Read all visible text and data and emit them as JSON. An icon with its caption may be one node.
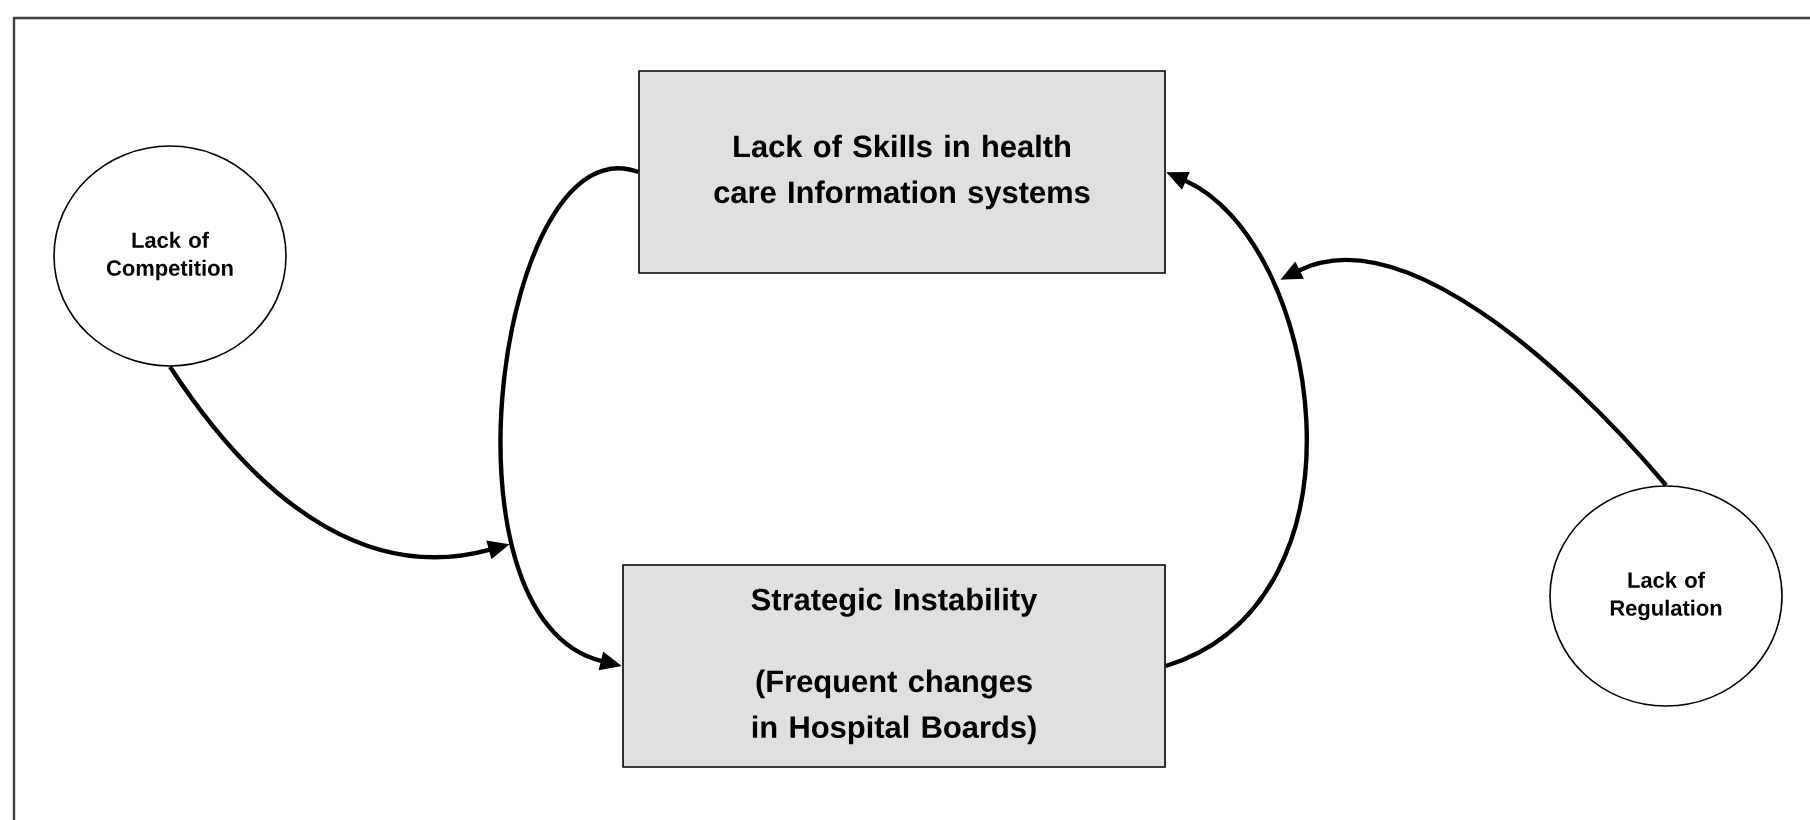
{
  "diagram": {
    "nodes": [
      {
        "text": [
          "Lack of Competition"
        ]
      },
      {
        "text": [
          "Lack of Skills in health care Information systems"
        ]
      },
      {
        "text": [
          "Strategic Instability",
          "(Frequent changes in Hospital Boards)"
        ]
      },
      {
        "text": [
          "Lack of Regulation"
        ]
      }
    ],
    "edges": [
      {
        "from": 1,
        "to": 2,
        "arrow": "to"
      },
      {
        "from": 2,
        "to": 1,
        "arrow": "to"
      },
      {
        "from": 0,
        "to": null,
        "arrow": "to"
      },
      {
        "from": 3,
        "to": null,
        "arrow": "to"
      }
    ]
  }
}
